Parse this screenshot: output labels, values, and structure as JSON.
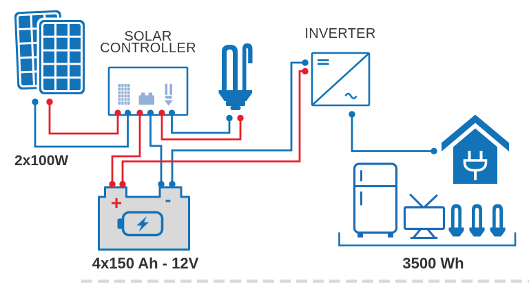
{
  "title": "Solar energy system wiring diagram",
  "colors": {
    "wire_positive_red": "#e4212b",
    "wire_negative_blue": "#1373b9",
    "icon_blue": "#1373b9",
    "controller_icon_light_blue": "#93b1d8",
    "battery_body_gray": "#d9d9d9",
    "text_dark": "#3f3f3f",
    "background": "#ffffff"
  },
  "labels": {
    "controller_line1": "SOLAR",
    "controller_line2": "CONTROLLER",
    "inverter": "INVERTER",
    "pv_rating": "2x100W",
    "battery_rating": "4x150 Ah - 12V",
    "consumption": "3500 Wh",
    "battery_plus": "+",
    "battery_minus": "-"
  },
  "icons": {
    "solar-panels-icon": "two overlapping photovoltaic panels",
    "controller-pv-icon": "small solar panel pictogram",
    "controller-battery-icon": "small battery pictogram",
    "controller-lamp-icon": "small CFL lamp with down arrow",
    "cfl-lamp-icon": "compact fluorescent lamp",
    "inverter-icon": "square with diagonal, DC and AC symbols",
    "dc-symbol-icon": "equals-sign DC mark",
    "ac-symbol-icon": "sine-wave AC mark",
    "battery-icon": "accumulator with + and - posts",
    "battery-charge-icon": "battery with lightning bolt",
    "house-icon": "house with plug",
    "plug-icon": "power plug",
    "fridge-icon": "refrigerator outline",
    "tv-icon": "television with antenna",
    "cfl-bulb-icon": "small CFL bulb (x3)",
    "load-bracket": "bracket grouping household loads",
    "terminal-dot": "wire terminal dot"
  }
}
